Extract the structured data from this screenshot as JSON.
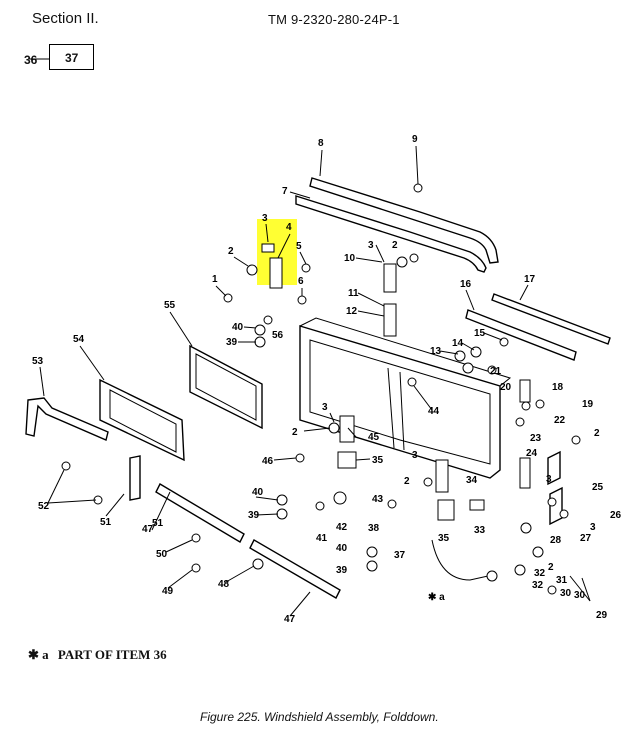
{
  "header": {
    "section": "Section II.",
    "manual": "TM 9-2320-280-24P-1"
  },
  "index": {
    "group": "36",
    "figure_item": "37"
  },
  "callouts": [
    "1",
    "2",
    "3",
    "4",
    "5",
    "6",
    "7",
    "8",
    "9",
    "10",
    "11",
    "12",
    "13",
    "14",
    "15",
    "16",
    "17",
    "18",
    "19",
    "20",
    "21",
    "22",
    "23",
    "24",
    "25",
    "26",
    "27",
    "28",
    "29",
    "30",
    "31",
    "32",
    "33",
    "34",
    "35",
    "36",
    "37",
    "38",
    "39",
    "40",
    "41",
    "42",
    "43",
    "44",
    "45",
    "46",
    "47",
    "48",
    "49",
    "50",
    "51",
    "52",
    "53",
    "54",
    "55",
    "56"
  ],
  "highlight_color": "#ffff33",
  "footnote": {
    "symbol": "✱ a",
    "text": "PART OF ITEM  36"
  },
  "diagram_note": "✱ a",
  "caption": "Figure 225.  Windshield Assembly, Folddown."
}
